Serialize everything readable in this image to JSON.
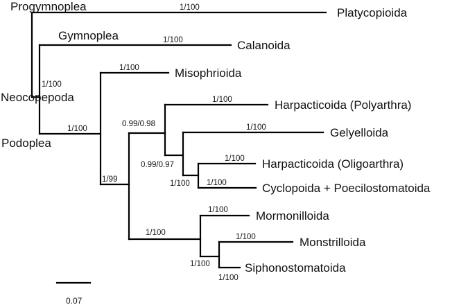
{
  "taxa": {
    "platycopioida": "Platycopioida",
    "calanoida": "Calanoida",
    "misophrioida": "Misophrioida",
    "harpacticoida_polyarthra": "Harpacticoida (Polyarthra)",
    "gelyelloida": "Gelyelloida",
    "harpacticoida_oligoarthra": "Harpacticoida (Oligoarthra)",
    "cyclopoida_poecilostomatoida": "Cyclopoida + Poecilostomatoida",
    "mormonilloida": "Mormonilloida",
    "monstrilloida": "Monstrilloida",
    "siphonostomatoida": "Siphonostomatoida"
  },
  "clades": {
    "progymnoplea": "Progymnoplea",
    "gymnoplea": "Gymnoplea",
    "neocopepoda": "Neocopepoda",
    "podoplea": "Podoplea"
  },
  "support": {
    "platycopioida_branch": "1/100",
    "calanoida_branch": "1/100",
    "neocopepoda_node": "1/100",
    "misophrioida_branch": "1/100",
    "podoplea_node": "1/100",
    "harpacticoida_polyarthra_branch": "1/100",
    "gelyelloida_branch": "1/100",
    "harpacticoida_oligoarthra_branch": "1/100",
    "cyclopoida_branch": "1/100",
    "upper_clade_node": "0.99/0.98",
    "gelyelloida_clade_node": "0.99/0.97",
    "oligoarthra_cyclopoida_node": "1/100",
    "lower_clade_node": "1/99",
    "lower_clade_branch": "1/100",
    "mormonilloida_branch": "1/100",
    "monstrilloida_branch": "1/100",
    "monstrilloida_siphonostomatoida_node": "1/100",
    "siphonostomatoida_branch": "1/100"
  },
  "scale_bar": {
    "label": "0.07",
    "value": 0.07
  }
}
